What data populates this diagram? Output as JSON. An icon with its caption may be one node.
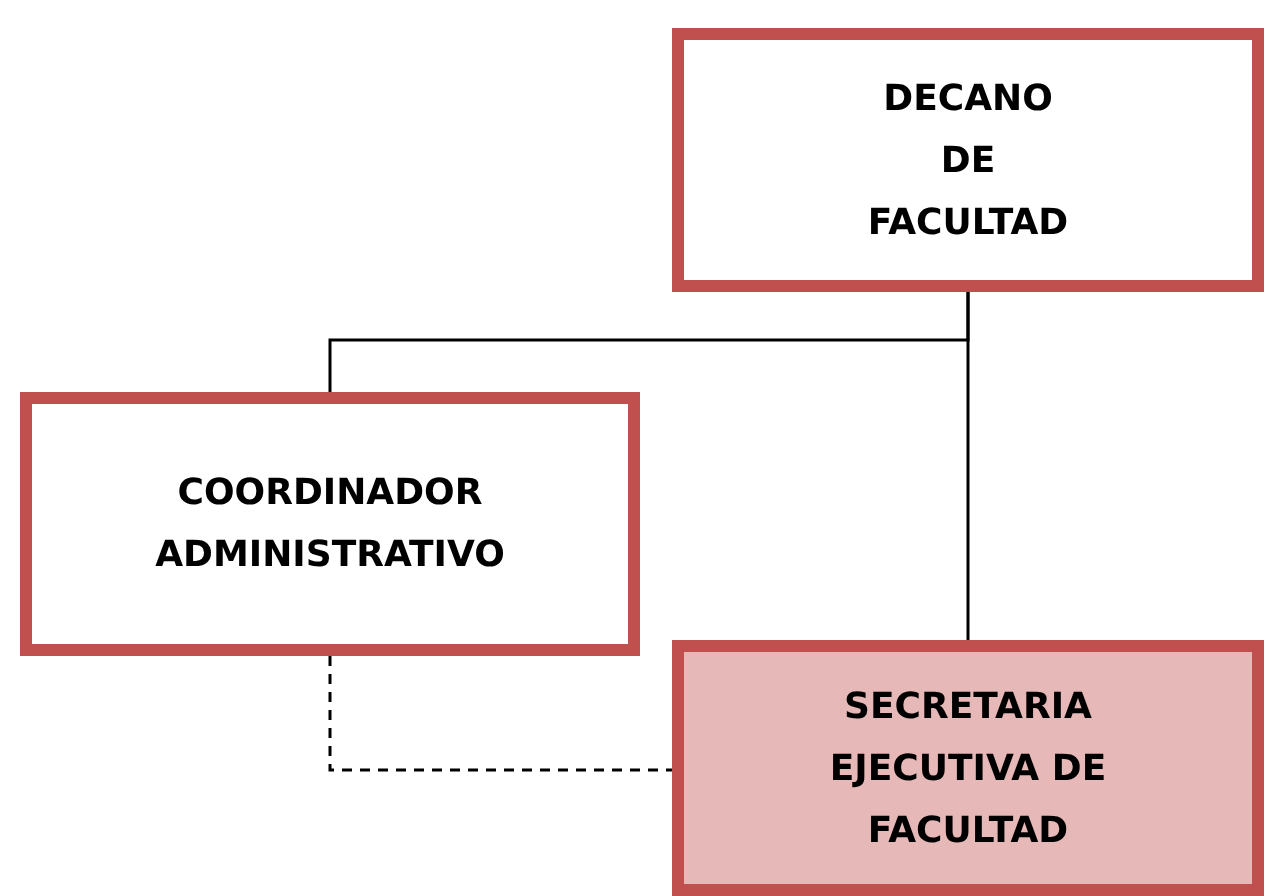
{
  "diagram": {
    "nodes": [
      {
        "text": [
          "DECANO DE FACULTAD"
        ]
      },
      {
        "text": [
          "COORDINADOR ADMINISTRATIVO"
        ]
      },
      {
        "text": [
          "SECRETARIA EJECUTIVA DE FACULTAD"
        ]
      }
    ],
    "edges": [
      {
        "from": 0,
        "to": 1,
        "arrow": "none"
      },
      {
        "from": 0,
        "to": 2,
        "arrow": "none"
      },
      {
        "from": 1,
        "to": 2,
        "arrow": "none",
        "style": "dashed"
      }
    ]
  }
}
